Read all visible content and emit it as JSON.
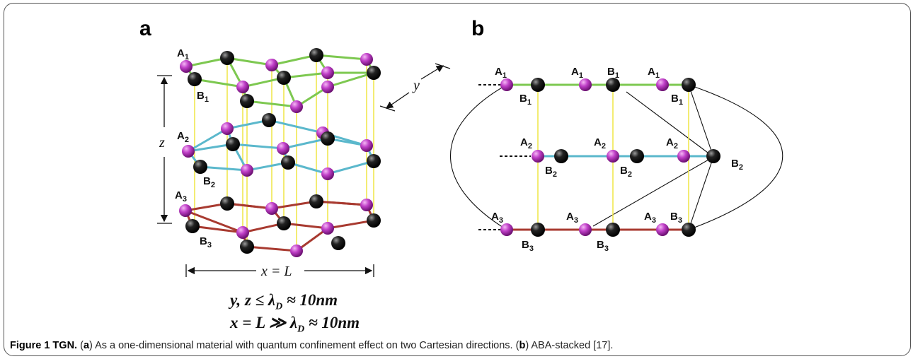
{
  "panels": {
    "a": "a",
    "b": "b"
  },
  "panel_a": {
    "labels": {
      "A1": "A",
      "A1_sub": "1",
      "B1": "B",
      "B1_sub": "1",
      "A2": "A",
      "A2_sub": "2",
      "B2": "B",
      "B2_sub": "2",
      "A3": "A",
      "A3_sub": "3",
      "B3": "B",
      "B3_sub": "3"
    },
    "axis_y": "y",
    "axis_z": "z",
    "axis_x": "x = L"
  },
  "equations": {
    "line1": "y, z ≤ λ",
    "line1_sub": "D",
    "line1_tail": " ≈ 10nm",
    "line2": "x = L ≫ λ",
    "line2_sub": "D",
    "line2_tail": " ≈ 10nm"
  },
  "panel_b": {
    "labels": {
      "A": "A",
      "B": "B",
      "s1": "1",
      "s2": "2",
      "s3": "3"
    }
  },
  "caption": {
    "figure": "Figure 1 TGN.",
    "text_1": " (",
    "a": "a",
    "text_2": ") As a one-dimensional material with quantum confinement effect on two Cartesian directions. (",
    "b": "b",
    "text_3": ") ABA-stacked [17]."
  },
  "colors": {
    "layer1": "#7dc850",
    "layer2": "#5bb8cc",
    "layer3": "#a83a30",
    "vertical": "#f0e850",
    "atom_A": "#b02ab4",
    "atom_B": "#111111"
  }
}
